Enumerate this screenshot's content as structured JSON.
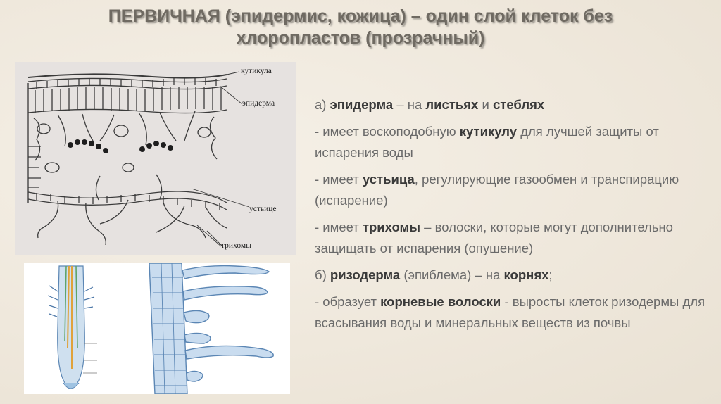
{
  "slide": {
    "title_line1": "ПЕРВИЧНАЯ (эпидермис, кожица) – один слой клеток без",
    "title_line2": "хлоропластов (прозрачный)"
  },
  "leaf_figure": {
    "label_cuticle": "кутикула",
    "label_epidermis": "эпидерма",
    "label_stomata": "устьице",
    "label_trichomes": "трихомы"
  },
  "text": {
    "p1": {
      "a": "а) ",
      "b": "эпидерма",
      "c": " – на ",
      "d": "листьях",
      "e": " и ",
      "f": "стеблях"
    },
    "p2": {
      "a": "- имеет воскоподобную ",
      "b": "кутикулу",
      "c": " для лучшей защиты от испарения воды"
    },
    "p3": {
      "a": "- имеет ",
      "b": "устьица",
      "c": ", регулирующие газообмен и транспирацию (испарение)"
    },
    "p4": {
      "a": "- имеет ",
      "b": "трихомы",
      "c": " – волоски, которые могут дополнительно защищать от испарения (опушение)"
    },
    "p5": {
      "a": "б) ",
      "b": "ризодерма",
      "c": " (эпиблема) – на ",
      "d": "корнях",
      "e": ";"
    },
    "p6": {
      "a": "- образует ",
      "b": "корневые волоски",
      "c": " - выросты клеток ризодермы для всасывания воды и минеральных веществ из почвы"
    }
  }
}
